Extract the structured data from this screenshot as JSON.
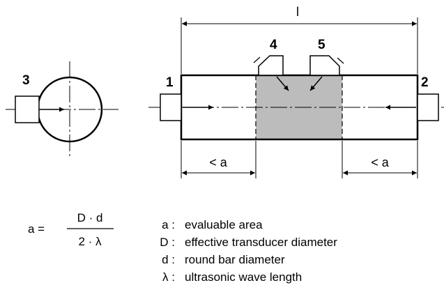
{
  "markers": {
    "m1": "1",
    "m2": "2",
    "m3": "3",
    "m4": "4",
    "m5": "5"
  },
  "dimensions": {
    "length": "l",
    "left_zone": "< a",
    "right_zone": "< a"
  },
  "formula": {
    "lhs": "a =",
    "numerator": "D · d",
    "denominator": "2 · λ"
  },
  "legend": [
    {
      "symbol": "a :",
      "text": "evaluable area"
    },
    {
      "symbol": "D :",
      "text": "effective transducer diameter"
    },
    {
      "symbol": "d :",
      "text": "round bar diameter"
    },
    {
      "symbol": "λ :",
      "text": "ultrasonic wave length"
    }
  ],
  "colors": {
    "evaluable_zone": "#bcbcbc",
    "line": "#000000"
  }
}
